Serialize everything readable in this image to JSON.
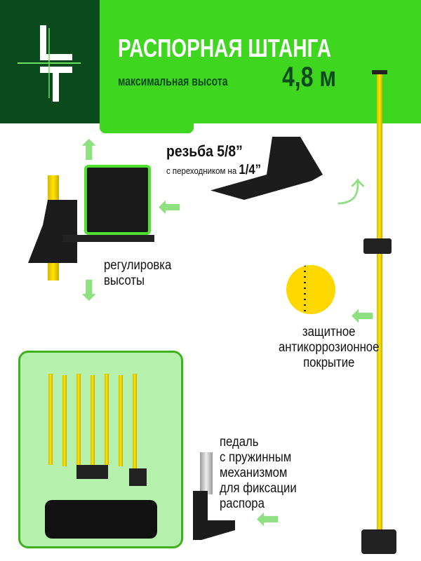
{
  "header": {
    "logo_text": "LT",
    "title": "РАСПОРНАЯ ШТАНГА",
    "subtitle": "максимальная высота",
    "max_height": "4,8 м"
  },
  "features": {
    "thread_title": "резьба 5/8”",
    "thread_adapter_prefix": "с переходником на",
    "thread_adapter_size": "1/4”",
    "height_adjust": [
      "регулировка",
      "высоты"
    ],
    "coating": [
      "защитное",
      "антикоррозионное",
      "покрытие"
    ],
    "pedal": [
      "педаль",
      "с пружинным",
      "механизмом",
      "для фиксации",
      "распора"
    ]
  },
  "colors": {
    "brand_green": "#3fd61f",
    "dark_green": "#0a4a1c",
    "pole_yellow": "#ffe600"
  }
}
